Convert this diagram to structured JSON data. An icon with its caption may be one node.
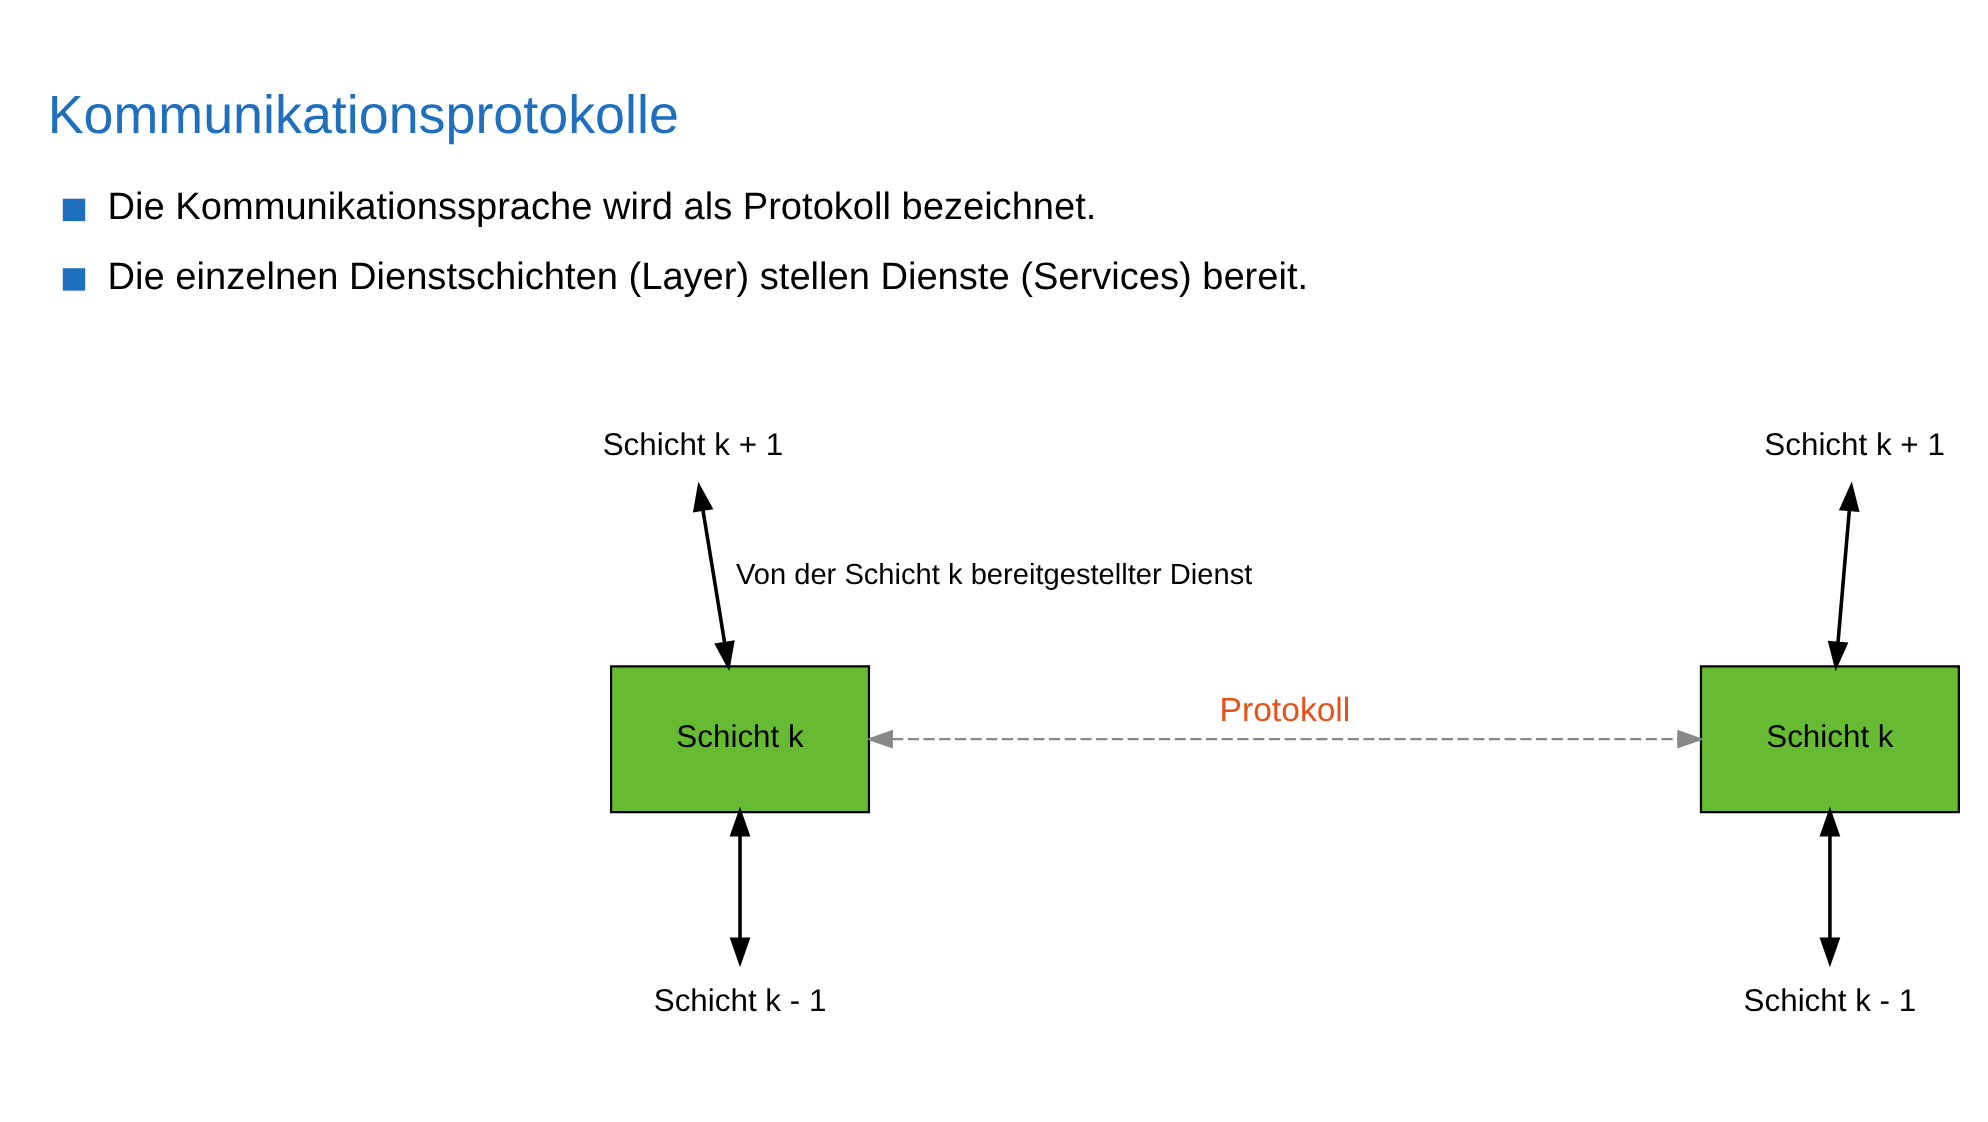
{
  "diagram": {
    "title": "Kommunikationsprotokolle",
    "nodes": [
      {
        "text": [
          "Schicht k + 1"
        ]
      },
      {
        "text": [
          "Schicht k"
        ]
      },
      {
        "text": [
          "Schicht k - 1"
        ]
      },
      {
        "text": [
          "Schicht k + 1"
        ]
      },
      {
        "text": [
          "Schicht k"
        ]
      },
      {
        "text": [
          "Schicht k - 1"
        ]
      }
    ],
    "edges": [
      {
        "from": 0,
        "to": 1,
        "arrow": "both",
        "label": "Von der Schicht k bereitgestellter Dienst"
      },
      {
        "from": 1,
        "to": 2,
        "arrow": "both"
      },
      {
        "from": 1,
        "to": 4,
        "arrow": "both",
        "label": "Protokoll",
        "style": "dashed",
        "color": "#888888"
      },
      {
        "from": 3,
        "to": 4,
        "arrow": "both"
      },
      {
        "from": 4,
        "to": 5,
        "arrow": "both"
      }
    ],
    "labels": [
      "Die Kommunikationssprache wird als Protokoll bezeichnet.",
      "Die einzelnen Dienstschichten (Layer) stellen Dienste (Services) bereit."
    ]
  }
}
